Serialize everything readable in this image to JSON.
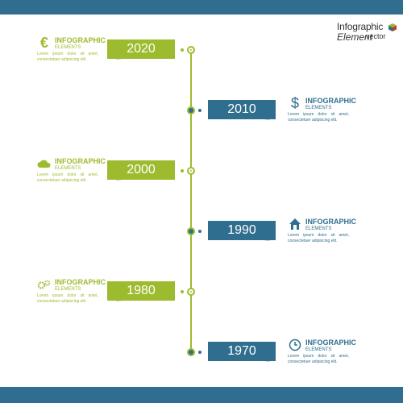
{
  "brand": {
    "line1": "Infographic",
    "line2": "Element",
    "line3": "vector"
  },
  "colors": {
    "green": "#9dbb2e",
    "blue": "#2f6e8e"
  },
  "entries": [
    {
      "year": "2020",
      "side": "left",
      "color": "green",
      "icon": "euro-icon",
      "title": "INFOGRAPHIC",
      "sub": "ELEMENTS",
      "desc": "Lorem ipsum dolor sit amet, consectetuer adipiscing elit."
    },
    {
      "year": "2010",
      "side": "right",
      "color": "blue",
      "icon": "dollar-icon",
      "title": "INFOGRAPHIC",
      "sub": "ELEMENTS",
      "desc": "Lorem ipsum dolor sit amet, consectetuer adipiscing elit."
    },
    {
      "year": "2000",
      "side": "left",
      "color": "green",
      "icon": "cloud-icon",
      "title": "INFOGRAPHIC",
      "sub": "ELEMENTS",
      "desc": "Lorem ipsum dolor sit amet, consectetuer adipiscing elit."
    },
    {
      "year": "1990",
      "side": "right",
      "color": "blue",
      "icon": "home-icon",
      "title": "INFOGRAPHIC",
      "sub": "ELEMENTS",
      "desc": "Lorem ipsum dolor sit amet, consectetuer adipiscing elit."
    },
    {
      "year": "1980",
      "side": "left",
      "color": "green",
      "icon": "gears-icon",
      "title": "INFOGRAPHIC",
      "sub": "ELEMENTS",
      "desc": "Lorem ipsum dolor sit amet, consectetuer adipiscing elit."
    },
    {
      "year": "1970",
      "side": "right",
      "color": "blue",
      "icon": "clock-icon",
      "title": "INFOGRAPHIC",
      "sub": "ELEMENTS",
      "desc": "Lorem ipsum dolor sit amet, consectetuer adipiscing elit."
    }
  ]
}
